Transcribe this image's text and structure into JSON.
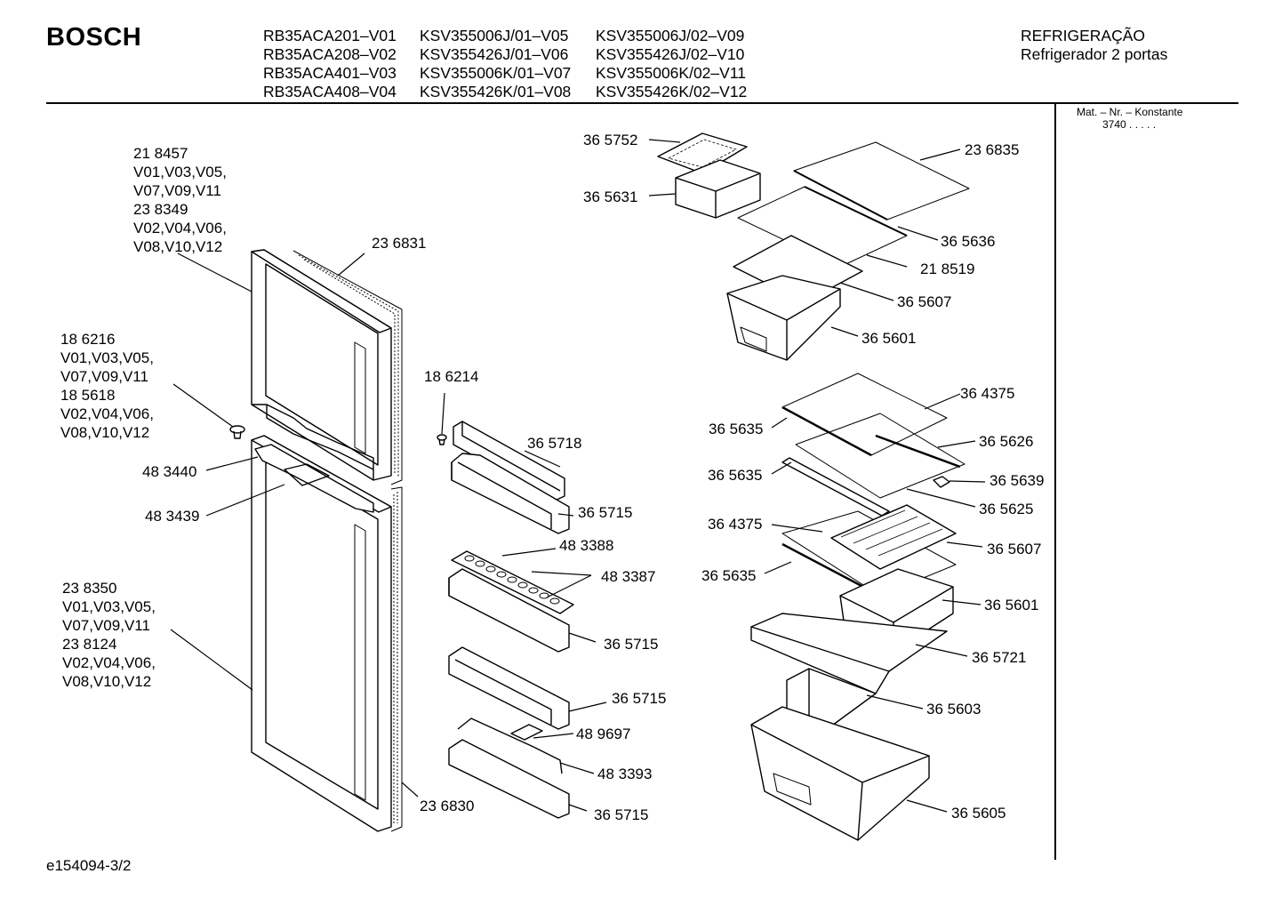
{
  "header": {
    "brand": "BOSCH",
    "models": [
      [
        "RB35ACA201–V01",
        "KSV355006J/01–V05",
        "KSV355006J/02–V09"
      ],
      [
        "RB35ACA208–V02",
        "KSV355426J/01–V06",
        "KSV355426J/02–V10"
      ],
      [
        "RB35ACA401–V03",
        "KSV355006K/01–V07",
        "KSV355006K/02–V11"
      ],
      [
        "RB35ACA408–V04",
        "KSV355426K/01–V08",
        "KSV355426K/02–V12"
      ]
    ],
    "category": "REFRIGERAÇÃO",
    "subcategory": "Refrigerador 2 portas"
  },
  "side_panel": {
    "label": "Mat. – Nr. – Konstante",
    "value": "3740  .  .  .  .  ."
  },
  "footer": {
    "code": "e154094-3/2"
  },
  "parts": {
    "p218457": "21 8457\nV01,V03,V05,\nV07,V09,V11\n23 8349\nV02,V04,V06,\nV08,V10,V12",
    "p236831": "23 6831",
    "p186216": "18 6216\nV01,V03,V05,\nV07,V09,V11\n18 5618\nV02,V04,V06,\nV08,V10,V12",
    "p483440": "48 3440",
    "p483439": "48 3439",
    "p238350": "23 8350\nV01,V03,V05,\nV07,V09,V11\n23 8124\nV02,V04,V06,\nV08,V10,V12",
    "p236830": "23 6830",
    "p186214": "18 6214",
    "p365718": "36 5718",
    "p365715a": "36 5715",
    "p483388": "48 3388",
    "p483387": "48 3387",
    "p365715b": "36 5715",
    "p365715c": "36 5715",
    "p489697": "48 9697",
    "p483393": "48 3393",
    "p365715d": "36 5715",
    "p365752": "36 5752",
    "p365631": "36 5631",
    "p236835": "23 6835",
    "p365636": "36 5636",
    "p218519": "21 8519",
    "p365607a": "36 5607",
    "p365601a": "36 5601",
    "p364375a": "36 4375",
    "p365635a": "36 5635",
    "p365626": "36 5626",
    "p365635b": "36 5635",
    "p365639": "36 5639",
    "p365625": "36 5625",
    "p364375b": "36 4375",
    "p365607b": "36 5607",
    "p365635c": "36 5635",
    "p365601b": "36 5601",
    "p365721": "36 5721",
    "p365603": "36 5603",
    "p365605": "36 5605"
  }
}
